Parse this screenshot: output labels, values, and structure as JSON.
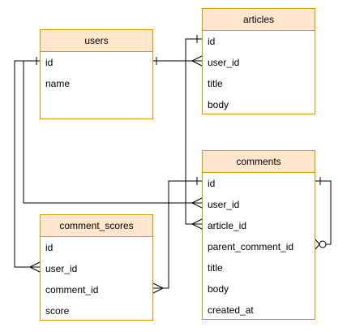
{
  "entities": {
    "users": {
      "title": "users",
      "fields": [
        "id",
        "name"
      ]
    },
    "articles": {
      "title": "articles",
      "fields": [
        "id",
        "user_id",
        "title",
        "body"
      ]
    },
    "comments": {
      "title": "comments",
      "fields": [
        "id",
        "user_id",
        "article_id",
        "parent_comment_id",
        "title",
        "body",
        "created_at"
      ]
    },
    "comment_scores": {
      "title": "comment_scores",
      "fields": [
        "id",
        "user_id",
        "comment_id",
        "score"
      ]
    }
  },
  "colors": {
    "header_fill": "#ffe6cc",
    "border": "#d79b00",
    "line": "#000000"
  },
  "relationships": [
    {
      "from": "users.id",
      "to": "articles.user_id",
      "from_end": "one",
      "to_end": "many"
    },
    {
      "from": "users.id",
      "to": "comments.user_id",
      "from_end": "one",
      "to_end": "many"
    },
    {
      "from": "users.id",
      "to": "comment_scores.user_id",
      "from_end": "one",
      "to_end": "many"
    },
    {
      "from": "articles.id",
      "to": "comments.article_id",
      "from_end": "one",
      "to_end": "many"
    },
    {
      "from": "comments.id",
      "to": "comment_scores.comment_id",
      "from_end": "one",
      "to_end": "many"
    },
    {
      "from": "comments.id",
      "to": "comments.parent_comment_id",
      "from_end": "one",
      "to_end": "zero-or-many"
    }
  ]
}
